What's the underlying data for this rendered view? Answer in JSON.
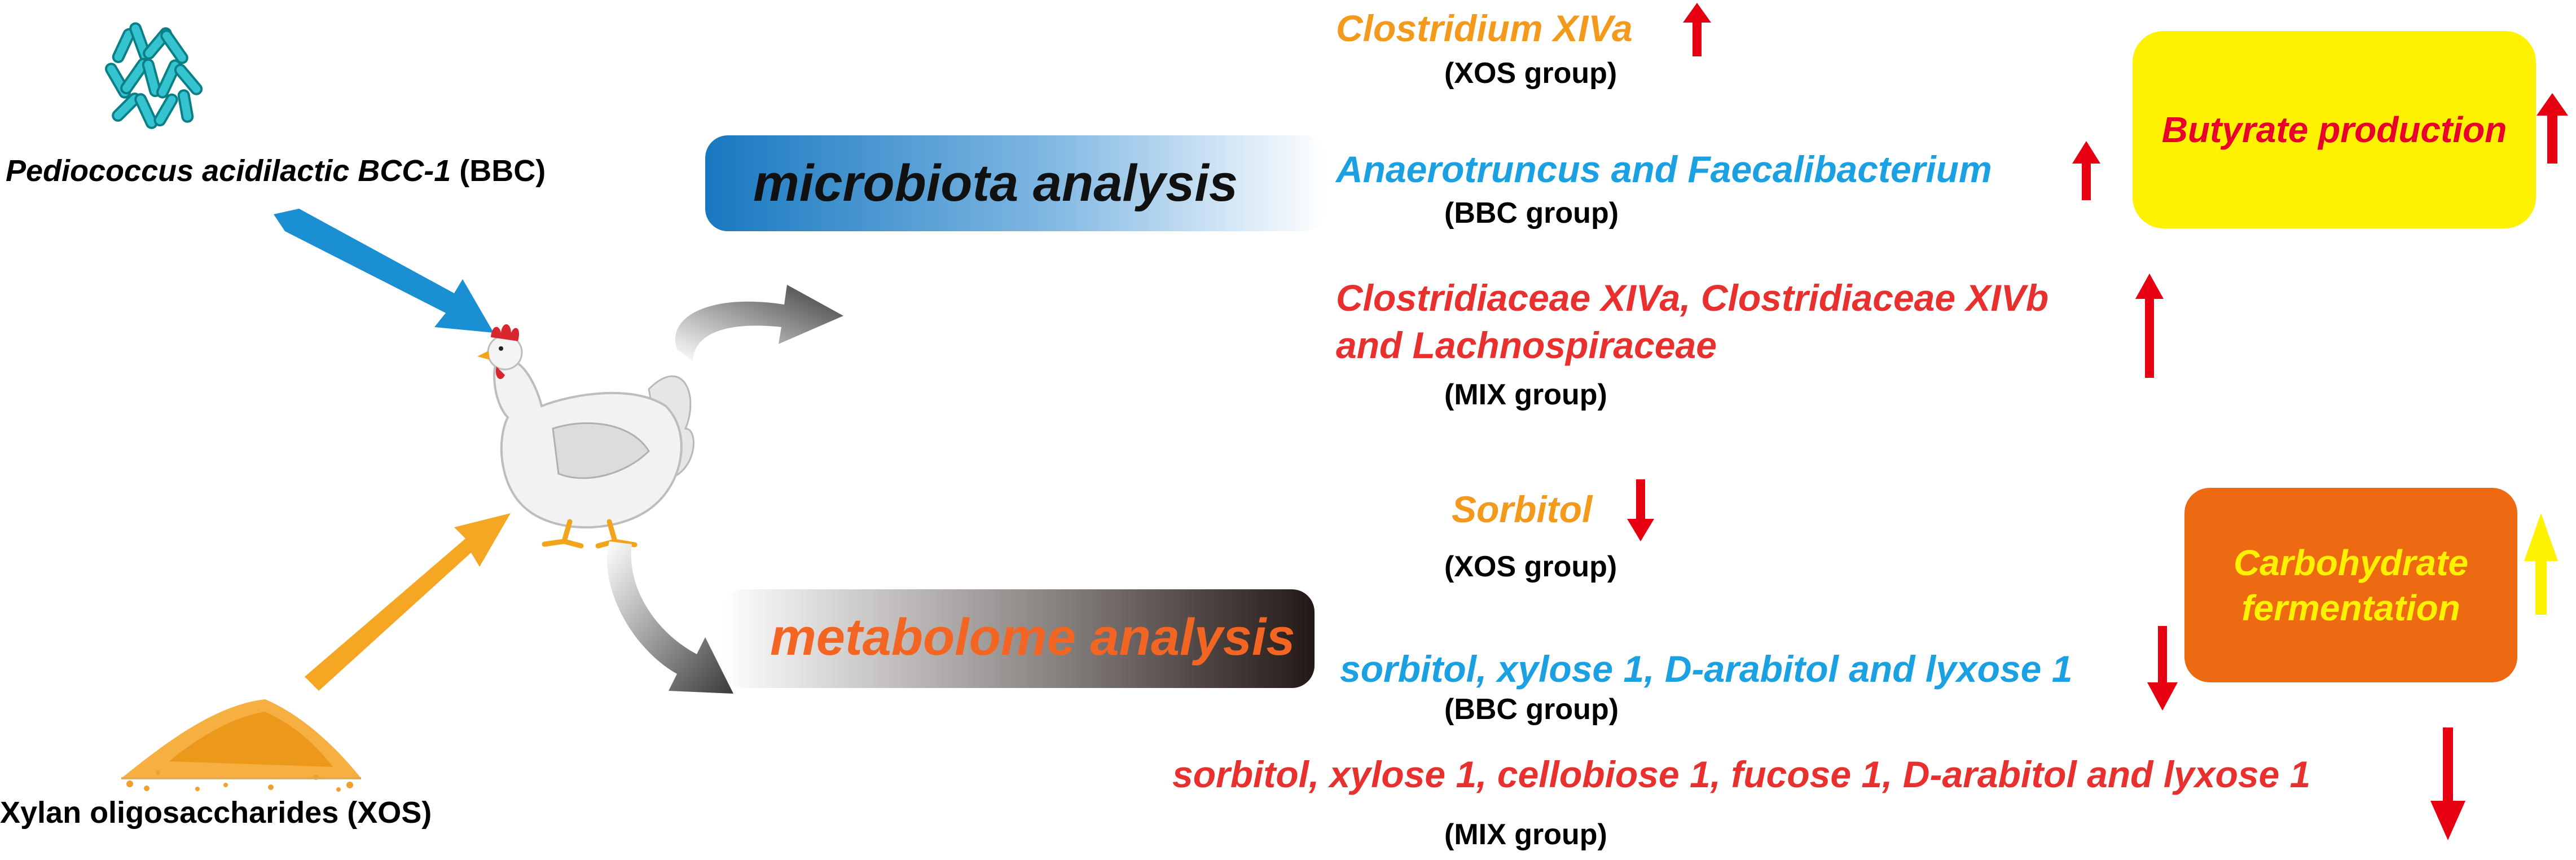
{
  "inputs": {
    "bbc_label_italic": "Pediococcus acidilactic BCC-1",
    "bbc_label_suffix": " (BBC)",
    "xos_label": "Xylan oligosaccharides (XOS)"
  },
  "analyses": {
    "microbiota": "microbiota analysis",
    "metabolome": "metabolome analysis"
  },
  "microbiota_results": [
    {
      "taxa": "Clostridium XIVa",
      "group": "(XOS group)",
      "color": "#f39a1d",
      "direction": "up"
    },
    {
      "taxa": "Anaerotruncus and Faecalibacterium",
      "group": "(BBC group)",
      "color": "#1ba1e2",
      "direction": "up"
    },
    {
      "taxa_line1": "Clostridiaceae XIVa, Clostridiaceae XIVb",
      "taxa_line2": "and Lachnospiraceae",
      "group": "(MIX group)",
      "color": "#e8312f",
      "direction": "up"
    }
  ],
  "metabolome_results": [
    {
      "metabolites": "Sorbitol",
      "group": "(XOS group)",
      "color": "#f39a1d",
      "direction": "down"
    },
    {
      "metabolites": "sorbitol, xylose 1, D-arabitol and lyxose 1",
      "group": "(BBC group)",
      "color": "#1ba1e2",
      "direction": "down"
    },
    {
      "metabolites": "sorbitol, xylose 1, cellobiose 1, fucose 1, D-arabitol and lyxose 1",
      "group": "(MIX group)",
      "color": "#e8312f",
      "direction": "down"
    }
  ],
  "outcomes": {
    "butyrate": {
      "label": "Butyrate production",
      "box_color": "#fff200",
      "text_color": "#e8002a",
      "direction": "up"
    },
    "carbohydrate": {
      "line1": "Carbohydrate",
      "line2": "fermentation",
      "box_color": "#ee6a12",
      "text_color": "#fff200",
      "direction": "up"
    }
  },
  "colors": {
    "xos": "#f39a1d",
    "bbc": "#1ba1e2",
    "mix": "#e8312f",
    "arrow_red": "#e60012",
    "arrow_yellow": "#fff200",
    "microbiota_pill": "#1878c0",
    "metabolome_pill": "#231815",
    "metabolome_text": "#f26522"
  },
  "icons": [
    "bacteria-icon",
    "chicken-icon",
    "xos-powder-icon"
  ]
}
